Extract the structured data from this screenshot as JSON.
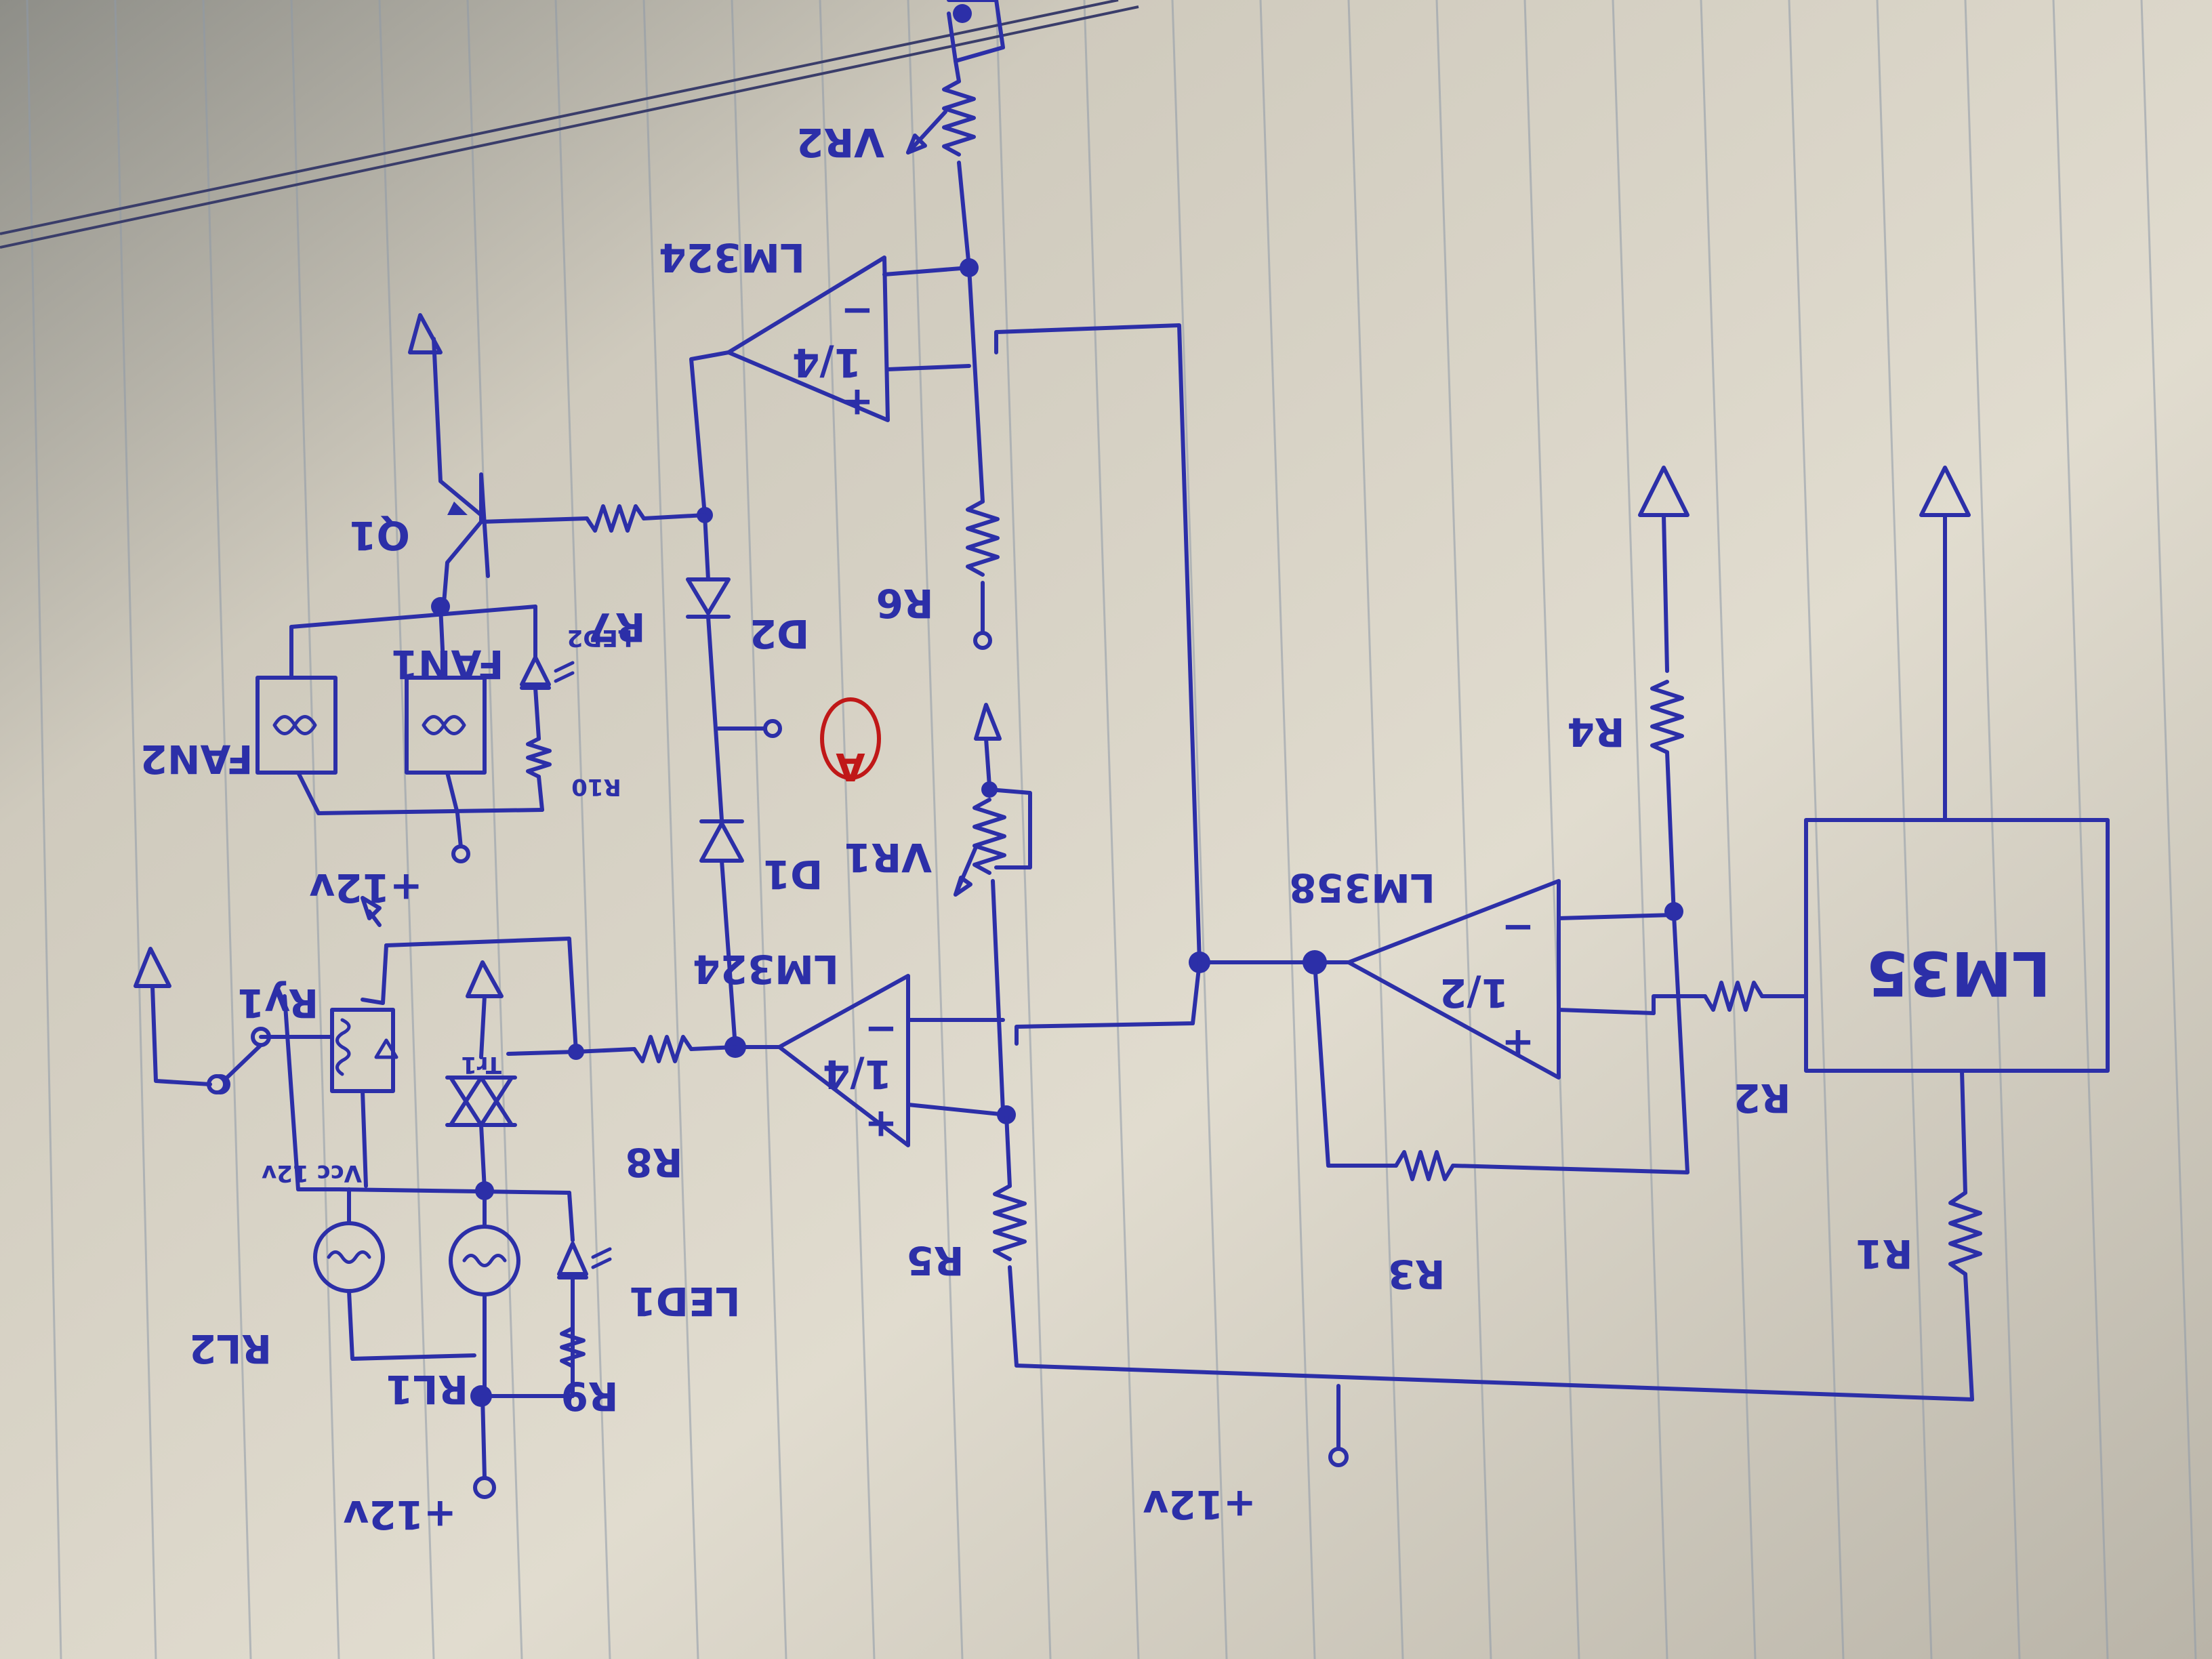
{
  "labels": {
    "vr2": "VR2",
    "lm324_top": "LM324",
    "lm324_bottom": "LM324",
    "lm358": "LM358",
    "lm35": "LM35",
    "opamp_frac_quarter": "1/4",
    "opamp_frac_half": "1/2",
    "r1": "R1",
    "r2": "R2",
    "r3": "R3",
    "r4": "R4",
    "r5": "R5",
    "r6": "R6",
    "r7": "R7",
    "r8": "R8",
    "r9": "R9",
    "r10": "R10",
    "d1": "D1",
    "d2": "D2",
    "vr1": "VR1",
    "q1": "Q1",
    "fan1": "FAN1",
    "fan2": "FAN2",
    "led1": "LED1",
    "led2": "LED2",
    "rl1": "RL1",
    "rl2": "RL2",
    "ry1": "Ry1",
    "tr1": "Tr1",
    "vcc": "Vcc 12v",
    "supply_left": "+12v",
    "supply_mid": "+12v",
    "supply_bottom": "+12v",
    "node_a": "A",
    "plus": "+",
    "minus": "−"
  },
  "colors": {
    "ink": "#2c2fa8",
    "paper": "#d8d3c6",
    "highlight": "#c01818"
  }
}
